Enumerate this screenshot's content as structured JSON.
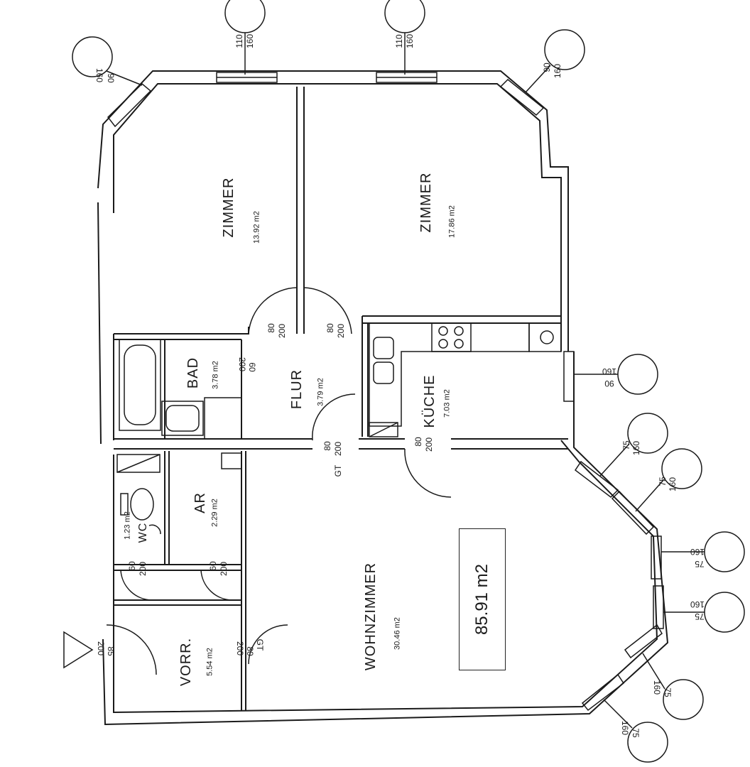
{
  "rooms": {
    "zimmer_left": {
      "name": "ZIMMER",
      "area": "13.92 m2"
    },
    "zimmer_right": {
      "name": "ZIMMER",
      "area": "17.86 m2"
    },
    "bad": {
      "name": "BAD",
      "area": "3.78 m2"
    },
    "flur": {
      "name": "FLUR",
      "area": "3.79 m2"
    },
    "kueche": {
      "name": "KÜCHE",
      "area": "7.03 m2"
    },
    "ar": {
      "name": "AR",
      "area": "2.29 m2"
    },
    "wc": {
      "name": "WC",
      "area": "1.23 m2"
    },
    "wohnzimmer": {
      "name": "WOHNZIMMER",
      "area": "30.46 m2"
    },
    "vorr": {
      "name": "VORR.",
      "area": "5.54 m2"
    }
  },
  "total_area": "85.91 m2",
  "doors": {
    "flur_zimmer_left": {
      "w": "80",
      "h": "200"
    },
    "flur_zimmer_right": {
      "w": "80",
      "h": "200"
    },
    "bad": {
      "w": "60",
      "h": "200"
    },
    "flur_wohn": {
      "w": "80",
      "h": "200",
      "tag": "GT"
    },
    "kueche": {
      "w": "80",
      "h": "200"
    },
    "wc": {
      "w": "60",
      "h": "200"
    },
    "ar": {
      "w": "60",
      "h": "200"
    },
    "vorr_wohn": {
      "w": "80",
      "h": "200",
      "tag": "GT"
    },
    "entrance": {
      "w": "85",
      "h": "200"
    }
  },
  "windows": {
    "top_left_corner": {
      "w": "90",
      "h": "160"
    },
    "top_mid_left": {
      "w": "110",
      "h": "160"
    },
    "top_mid_right": {
      "w": "110",
      "h": "160"
    },
    "top_right_corner": {
      "w": "90",
      "h": "160"
    },
    "kueche": {
      "w": "90",
      "h": "160"
    },
    "bay_1": {
      "w": "75",
      "h": "160"
    },
    "bay_2": {
      "w": "75",
      "h": "160"
    },
    "bay_3": {
      "w": "75",
      "h": "160"
    },
    "bay_4": {
      "w": "75",
      "h": "160"
    },
    "bay_5": {
      "w": "75",
      "h": "160"
    },
    "bay_6": {
      "w": "75",
      "h": "160"
    }
  }
}
